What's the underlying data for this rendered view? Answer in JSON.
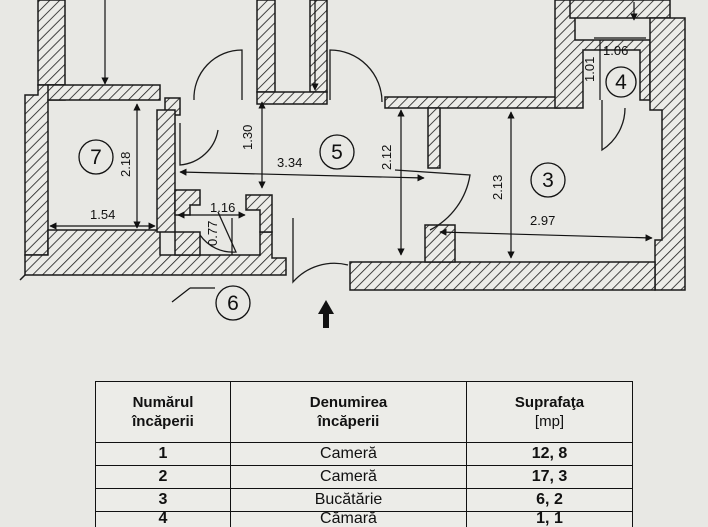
{
  "plan": {
    "rooms": [
      {
        "number": "7"
      },
      {
        "number": "5"
      },
      {
        "number": "3"
      },
      {
        "number": "4"
      },
      {
        "number": "6"
      }
    ],
    "dimensions": [
      "1.06",
      "1.01",
      "1.30",
      "3.34",
      "2.12",
      "2.13",
      "2.97",
      "2.18",
      "1.54",
      "1.16",
      "0.77"
    ],
    "entrance_arrow": "up-arrow"
  },
  "table": {
    "headers": {
      "col1_line1": "Numărul",
      "col1_line2": "încăperii",
      "col2_line1": "Denumirea",
      "col2_line2": "încăperii",
      "col3_line1": "Suprafaţa",
      "col3_line2": "[mp]"
    },
    "rows": [
      {
        "number": "1",
        "name": "Cameră",
        "area": "12, 8"
      },
      {
        "number": "2",
        "name": "Cameră",
        "area": "17, 3"
      },
      {
        "number": "3",
        "name": "Bucătărie",
        "area": "6, 2"
      },
      {
        "number": "4",
        "name": "Cămară",
        "area": "1, 1"
      }
    ]
  }
}
